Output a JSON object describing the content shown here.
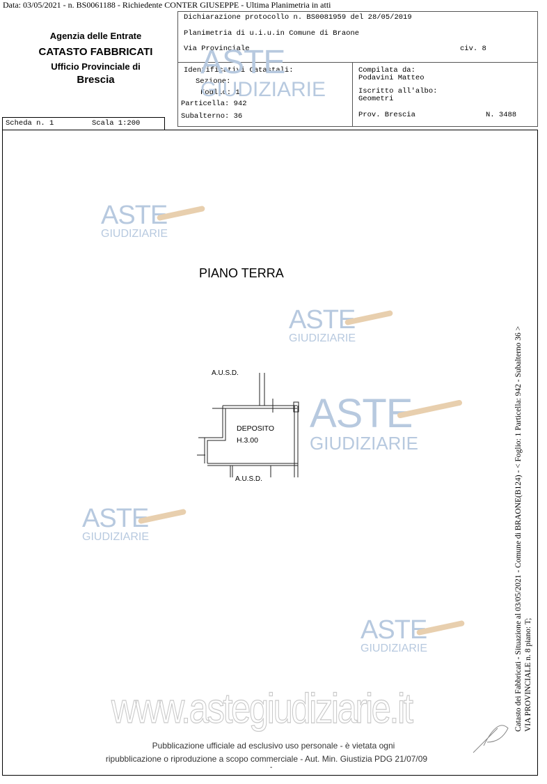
{
  "header_line": "Data: 03/05/2021 -  n. BS0061188 - Richiedente CONTER GIUSEPPE - Ultima Planimetria in atti",
  "agency": {
    "line1": "Agenzia delle Entrate",
    "line2": "CATASTO FABBRICATI",
    "line3": "Ufficio Provinciale di",
    "line4": "Brescia"
  },
  "declaration": {
    "protocol": "Dichiarazione protocollo n. BS0081959 del  28/05/2019",
    "planimetria": "Planimetria di u.i.u.in Comune di Braone",
    "via": "Via Provinciale",
    "civ": "civ. 8"
  },
  "identifiers": {
    "title": "Identificativi Catastali:",
    "sezione": "Sezione:",
    "foglio": "Foglio: 1",
    "particella": "Particella: 942",
    "subalterno": "Subalterno: 36"
  },
  "compiler": {
    "label": "Compilata da:",
    "name": "Podavini Matteo",
    "albo_label": "Iscritto all'albo:",
    "albo": "Geometri",
    "prov": "Prov. Brescia",
    "num": "N. 3488"
  },
  "scheda": {
    "label": "Scheda n. 1",
    "scala": "Scala 1:200"
  },
  "plan": {
    "title": "PIANO TERRA",
    "room": "DEPOSITO",
    "height": "H.3.00",
    "ausd_top": "A.U.S.D.",
    "ausd_bottom": "A.U.S.D."
  },
  "side_text": {
    "line1": "Catasto dei Fabbricati - Situazione al 03/05/2021 - Comune di BRAONE(B124) - < Foglio: 1 Particella: 942 - Subalterno 36 >",
    "line2": "VIA PROVINCIALE n. 8 piano: T;"
  },
  "watermark": {
    "aste": "ASTE",
    "giudiziarie": "GIUDIZIARIE",
    "site": "www.astegiudiziarie.it"
  },
  "footer": {
    "line1": "Pubblicazione ufficiale ad esclusivo uso personale - è vietata ogni",
    "line2": "ripubblicazione o riproduzione a scopo commerciale - Aut. Min. Giustizia PDG 21/07/09",
    "dash": "-"
  }
}
